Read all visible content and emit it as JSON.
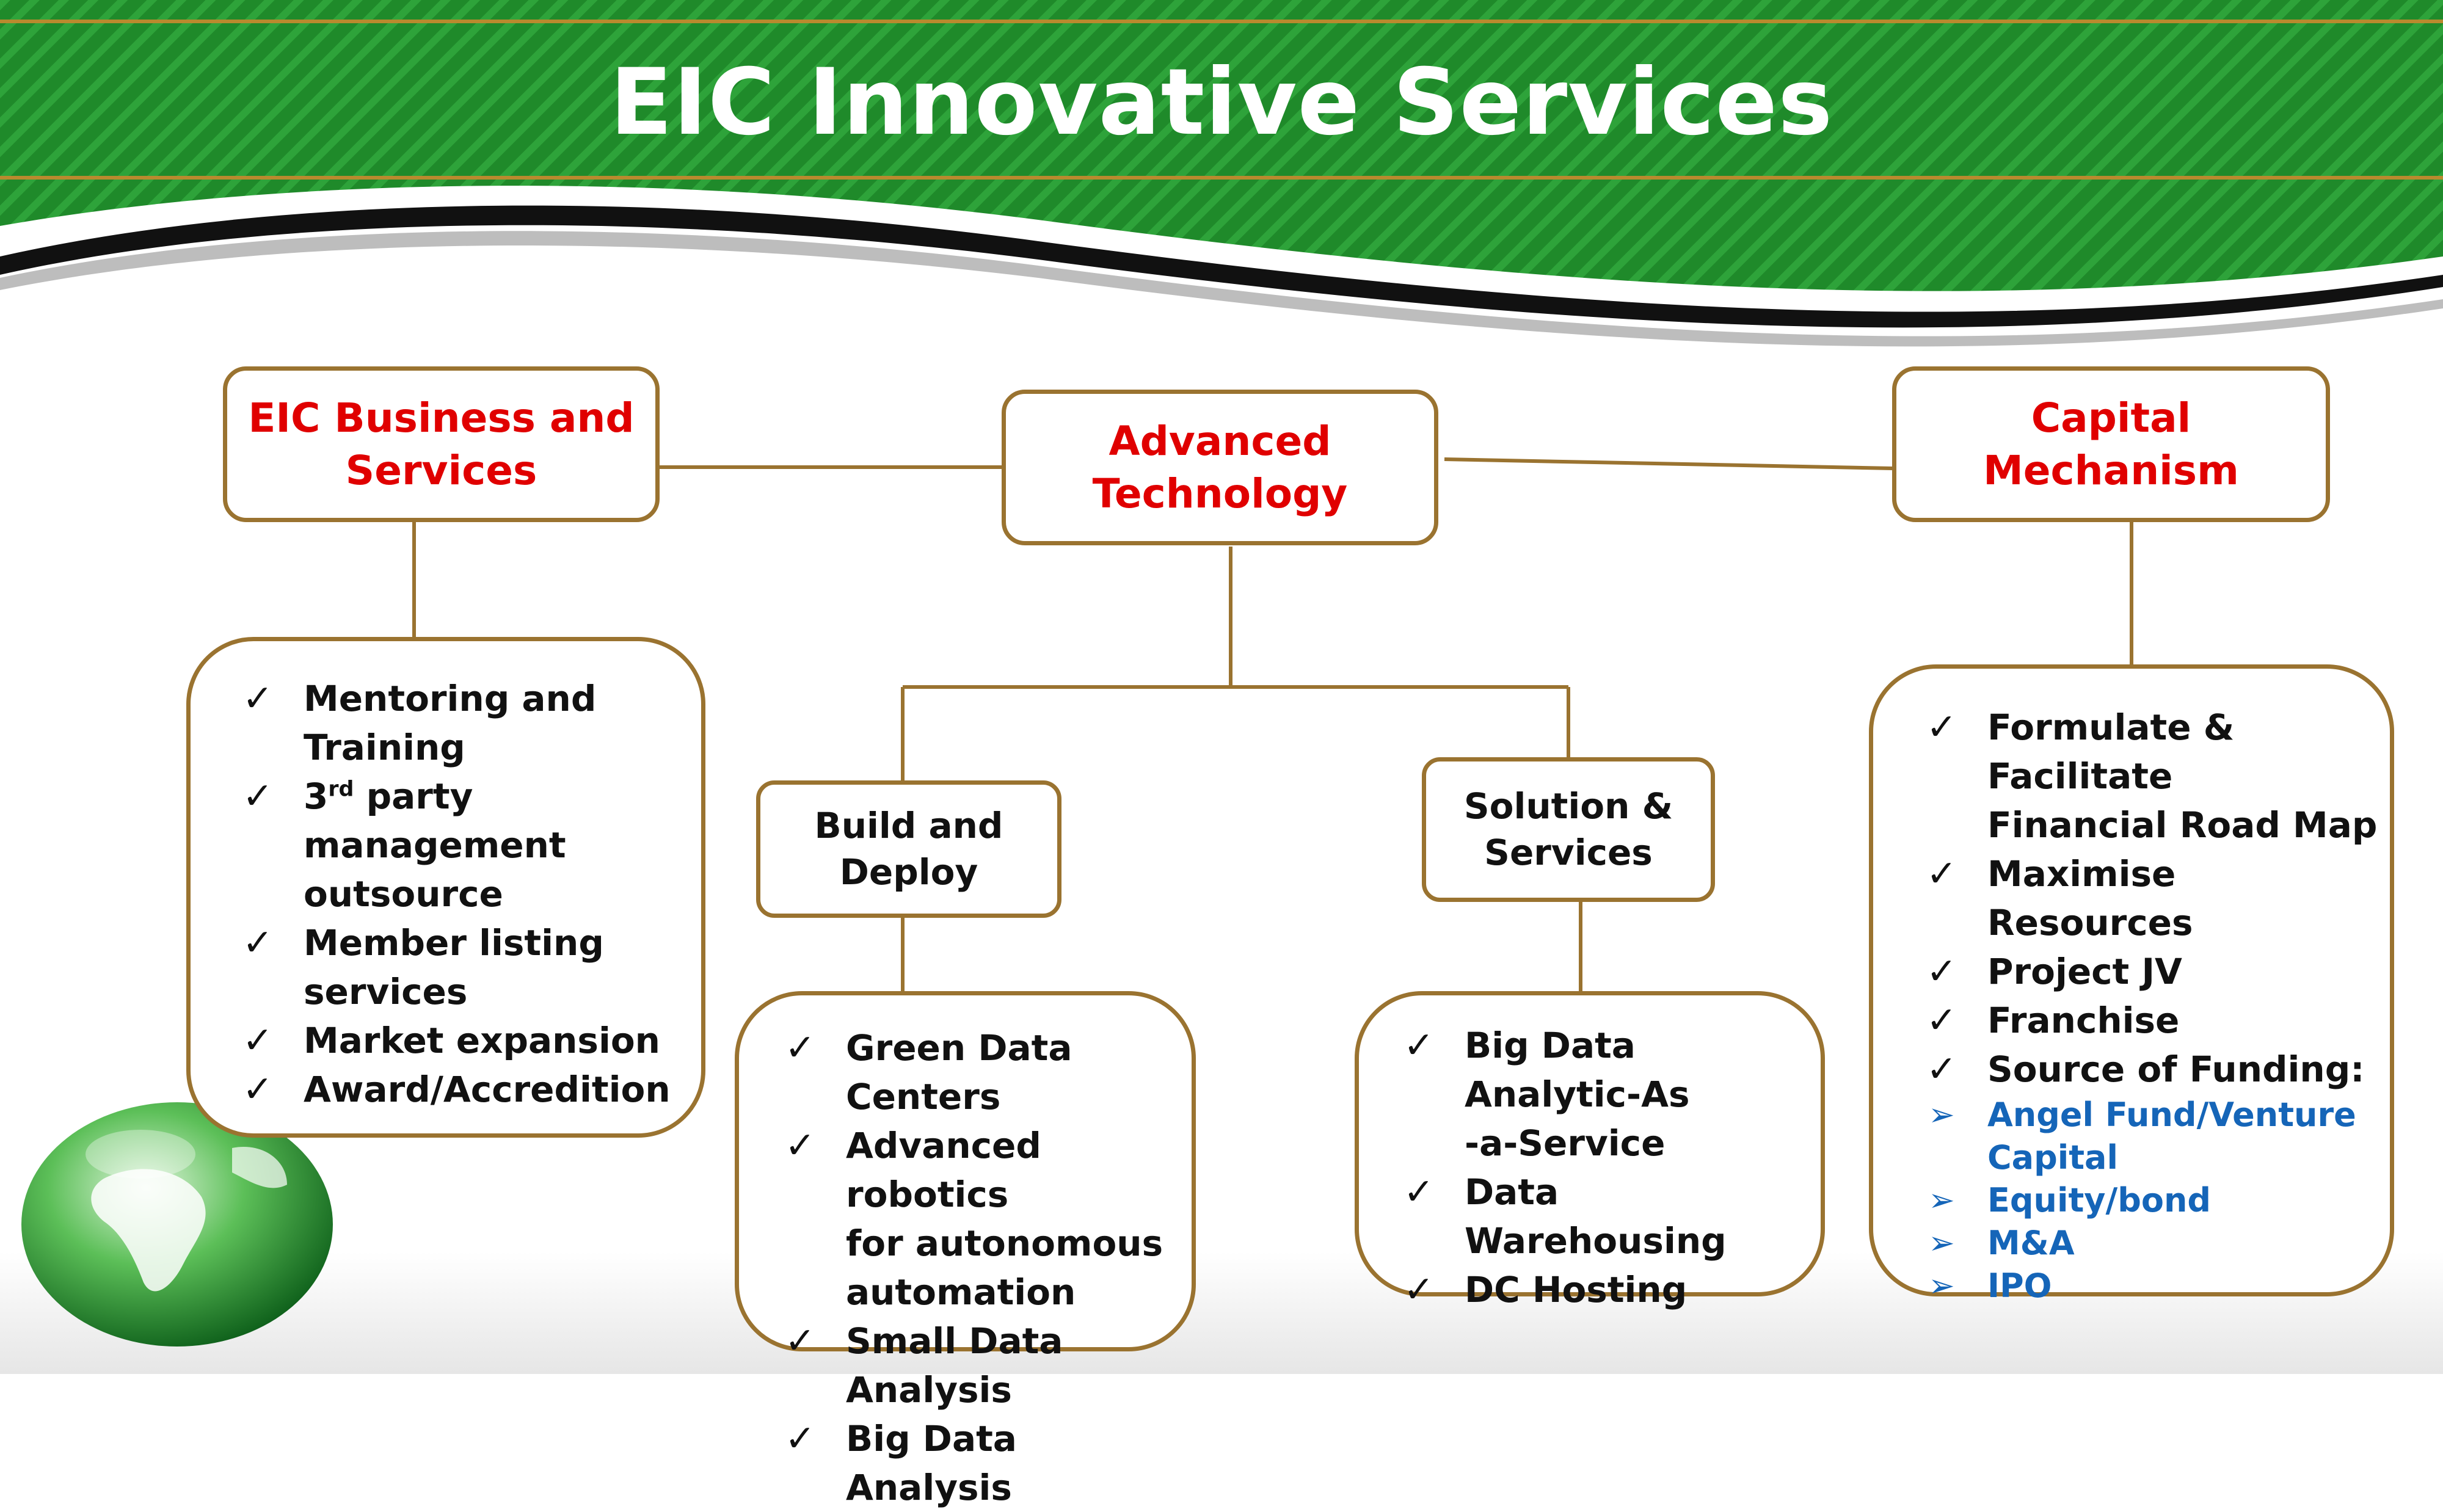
{
  "title": "EIC Innovative Services",
  "colors": {
    "banner_green": "#1f8a2a",
    "banner_stripe": "#2ea33a",
    "gold": "#9a7330",
    "heading_red": "#e00000",
    "link_blue": "#1565b8"
  },
  "nodes": {
    "business": {
      "line1": "EIC Business and",
      "line2": "Services"
    },
    "technology": {
      "line1": "Advanced",
      "line2": "Technology"
    },
    "capital": {
      "line1": "Capital",
      "line2": "Mechanism"
    },
    "build": {
      "line1": "Build and",
      "line2": "Deploy"
    },
    "solution": {
      "line1": "Solution &",
      "line2": "Services"
    }
  },
  "business_list": [
    {
      "line1": "Mentoring and",
      "line2": "Training"
    },
    {
      "pre": "3",
      "sup": "rd",
      "post": " party management",
      "line2": "outsource"
    },
    {
      "line1": "Member listing",
      "line2": "services"
    },
    {
      "line1": "Market expansion"
    },
    {
      "line1": "Award/Accredition"
    }
  ],
  "build_list": [
    "Green Data Centers",
    "Advanced robotics",
    "for autonomous",
    "automation",
    "Small Data Analysis",
    "Big Data Analysis"
  ],
  "solution_list": [
    "Big Data Analytic-As",
    "-a-Service",
    "Data Warehousing",
    "DC Hosting"
  ],
  "capital_list": [
    "Formulate & Facilitate",
    "Financial Road Map",
    "Maximise Resources",
    "Project JV",
    "Franchise",
    "Source of Funding:"
  ],
  "funding_list": [
    "Angel Fund/Venture",
    "Capital",
    "Equity/bond",
    "M&A",
    "IPO"
  ],
  "icons": {
    "check": "check-icon",
    "arrow": "arrow-bullet-icon",
    "globe": "globe-icon"
  }
}
